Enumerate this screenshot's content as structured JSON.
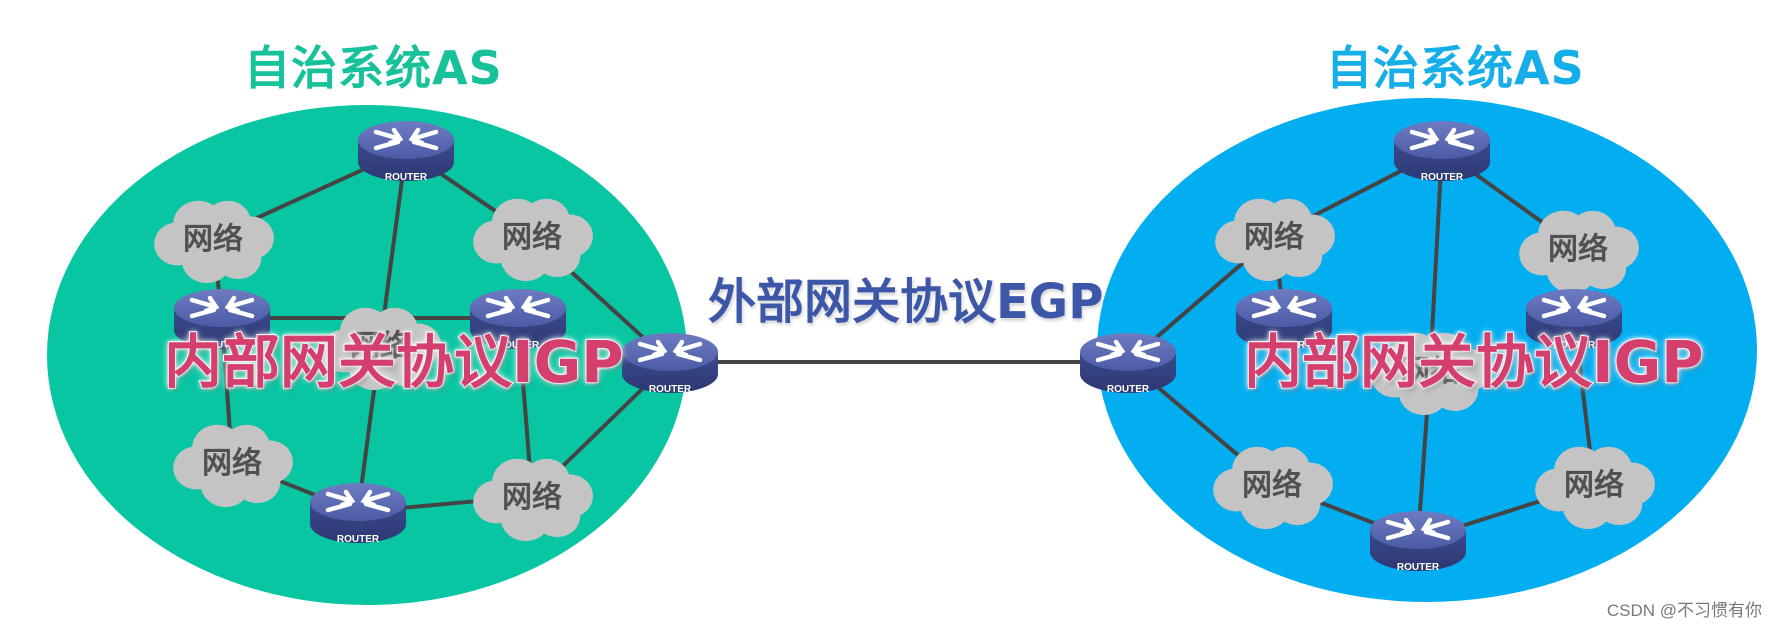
{
  "as_left": {
    "title": "自治系统AS",
    "protocol": "内部网关协议IGP",
    "color": "#08c6a2",
    "title_color": "#17c29a"
  },
  "as_right": {
    "title": "自治系统AS",
    "protocol": "内部网关协议IGP",
    "color": "#02adf0",
    "title_color": "#16aee8"
  },
  "egp": {
    "label": "外部网关协议EGP"
  },
  "network_label": "网络",
  "router_label": "ROUTER",
  "watermark": "CSDN @不习惯有你",
  "colors": {
    "router": "#4a5aa4",
    "cloud": "#c2c2c2",
    "link": "#444444",
    "igp_text": "#d43f6e",
    "egp_text": "#3d57a8"
  }
}
